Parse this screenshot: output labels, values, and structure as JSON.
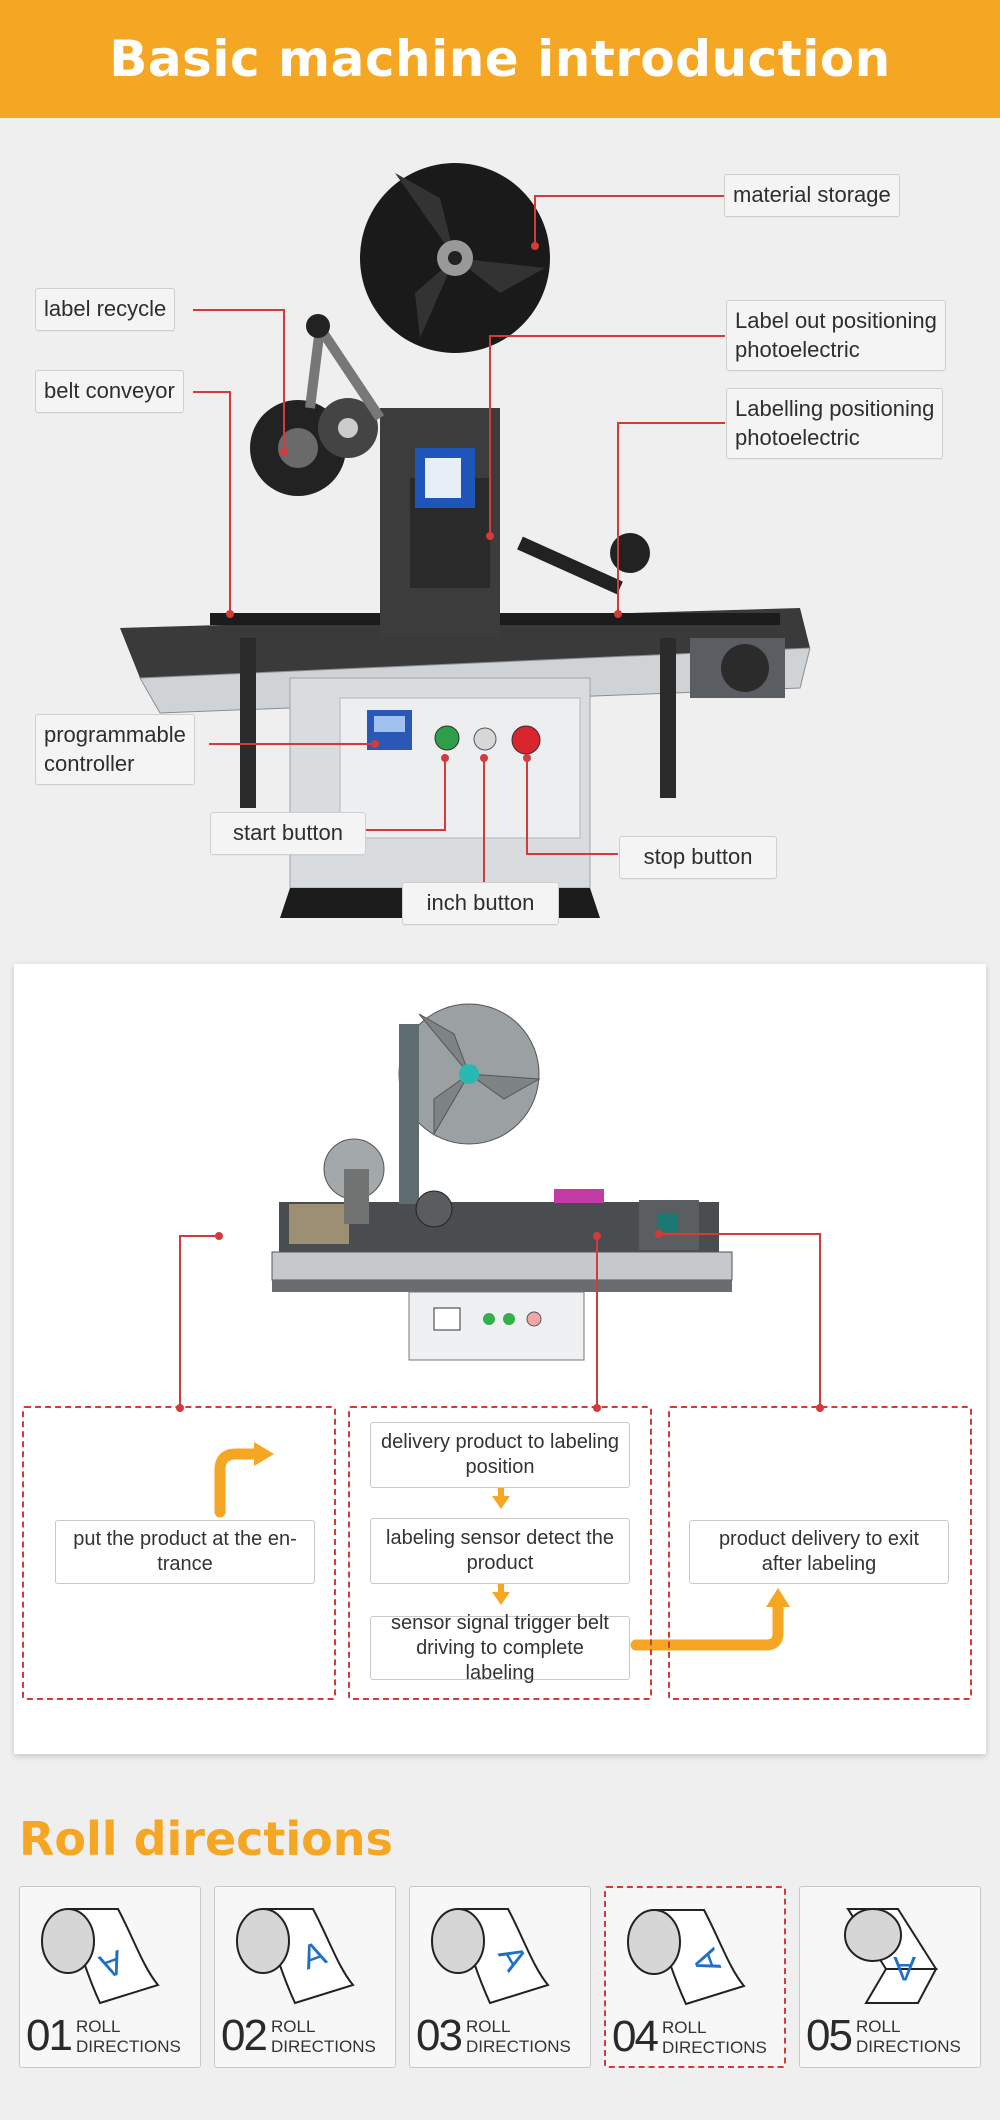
{
  "header": {
    "title": "Basic machine introduction"
  },
  "machine_labels": {
    "material_storage": "material storage",
    "label_recycle": "label recycle",
    "label_out_1": "Label out positioning",
    "label_out_2": "photoelectric",
    "belt_conveyor": "belt conveyor",
    "labelling_pos_1": "Labelling positioning",
    "labelling_pos_2": "photoelectric",
    "prog_ctrl_1": "programmable",
    "prog_ctrl_2": "controller",
    "start_button": "start button",
    "stop_button": "stop button",
    "inch_button": "inch button"
  },
  "flow": {
    "entrance": "put the product at the en-trance",
    "delivery": "delivery product to labeling position",
    "sensor": "labeling sensor detect the product",
    "trigger": "sensor signal trigger  belt driving to complete labeling",
    "exit": "product delivery to exit after labeling"
  },
  "roll": {
    "title": "Roll directions",
    "tiles": [
      {
        "num": "01",
        "line1": "ROLL",
        "line2": "DIRECTIONS",
        "selected": false
      },
      {
        "num": "02",
        "line1": "ROLL",
        "line2": "DIRECTIONS",
        "selected": false
      },
      {
        "num": "03",
        "line1": "ROLL",
        "line2": "DIRECTIONS",
        "selected": false
      },
      {
        "num": "04",
        "line1": "ROLL",
        "line2": "DIRECTIONS",
        "selected": true
      },
      {
        "num": "05",
        "line1": "ROLL",
        "line2": "DIRECTIONS",
        "selected": false
      }
    ],
    "glyph": "A"
  },
  "colors": {
    "accent": "#f5a623",
    "callout": "#d33a3a",
    "glyph": "#1f6fc4"
  }
}
